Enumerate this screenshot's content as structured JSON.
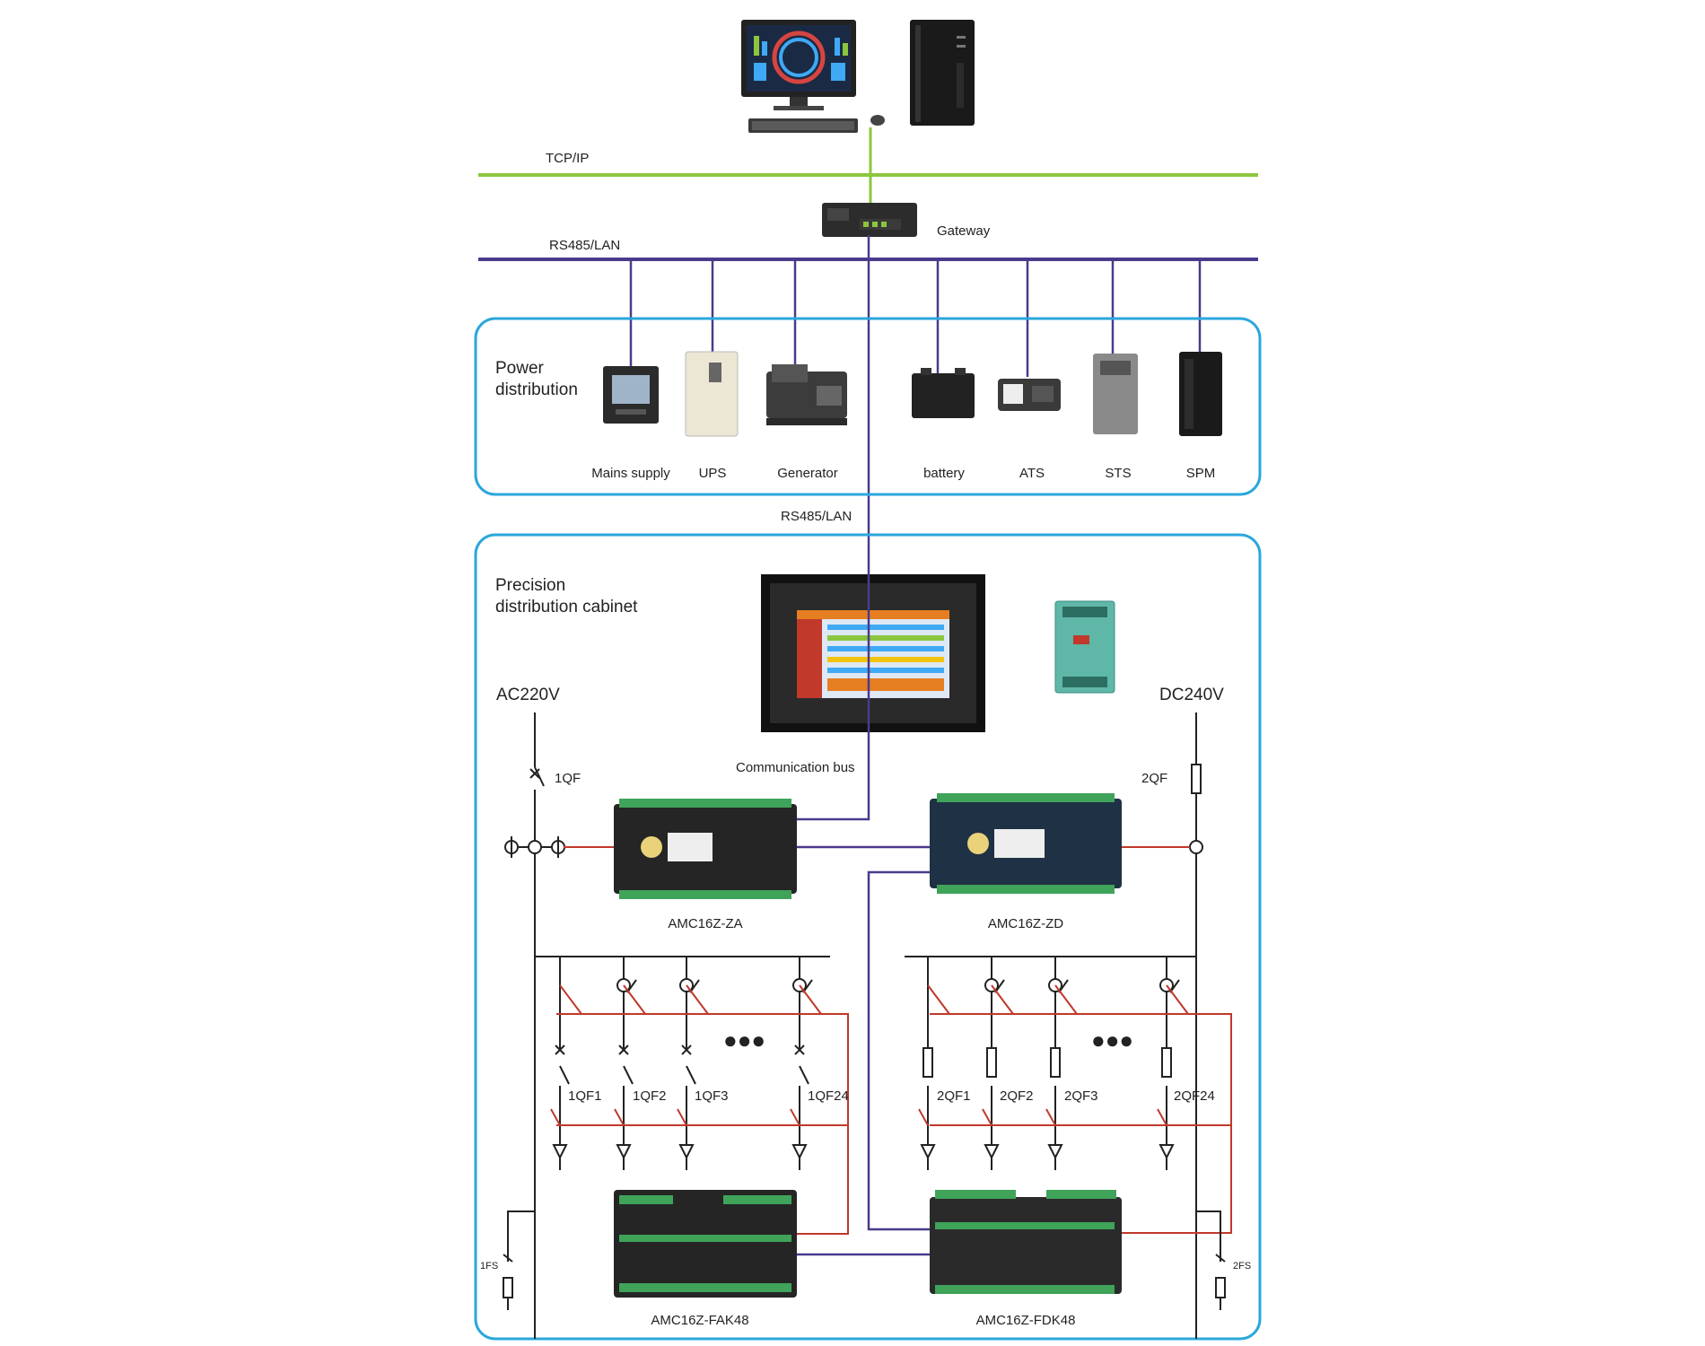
{
  "network": {
    "tcpip_label": "TCP/IP",
    "gateway_label": "Gateway",
    "rs485_top_label": "RS485/LAN",
    "rs485_mid_label": "RS485/LAN",
    "tcpip_color": "#8cc63f",
    "rs485_color": "#4b3a8c",
    "red_wire_color": "#c0392b",
    "box_border_color": "#2aa7dc"
  },
  "power_distribution": {
    "title_line1": "Power",
    "title_line2": "distribution",
    "devices": [
      {
        "label": "Mains supply"
      },
      {
        "label": "UPS"
      },
      {
        "label": "Generator"
      },
      {
        "label": "battery"
      },
      {
        "label": "ATS"
      },
      {
        "label": "STS"
      },
      {
        "label": "SPM"
      }
    ]
  },
  "precision_cabinet": {
    "title_line1": "Precision",
    "title_line2": "distribution cabinet",
    "ac_label": "AC220V",
    "dc_label": "DC240V",
    "qf1_label": "1QF",
    "qf2_label": "2QF",
    "comm_bus_label": "Communication bus",
    "module_za": "AMC16Z-ZA",
    "module_zd": "AMC16Z-ZD",
    "module_fak": "AMC16Z-FAK48",
    "module_fdk": "AMC16Z-FDK48",
    "ac_branches": [
      "1QF1",
      "1QF2",
      "1QF3",
      "1QF24"
    ],
    "dc_branches": [
      "2QF1",
      "2QF2",
      "2QF3",
      "2QF24"
    ],
    "fuse_left": "1FS",
    "fuse_right": "2FS",
    "dots": "●●●"
  }
}
